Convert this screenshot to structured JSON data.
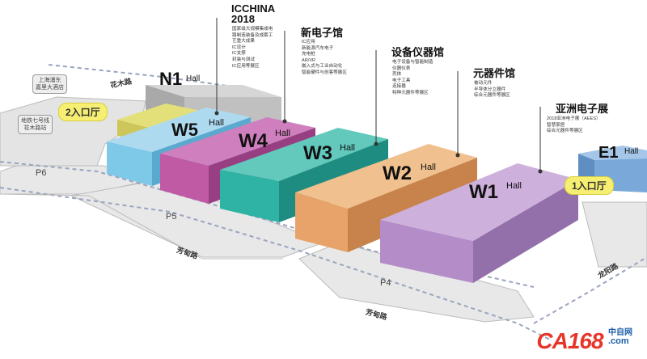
{
  "halls": {
    "n1": {
      "code": "N1",
      "word": "Hall"
    },
    "w5": {
      "code": "W5",
      "word": "Hall"
    },
    "w4": {
      "code": "W4",
      "word": "Hall"
    },
    "w3": {
      "code": "W3",
      "word": "Hall"
    },
    "w2": {
      "code": "W2",
      "word": "Hall"
    },
    "w1": {
      "code": "W1",
      "word": "Hall"
    },
    "e1": {
      "code": "E1",
      "word": "Hall"
    }
  },
  "icchina": {
    "title_line1": "ICCHINA",
    "title_line2": "2018",
    "items": [
      "国家级大规模集成电",
      "路制造装备及成套工",
      "艺重大成果",
      "IC设计",
      "IC支撑",
      "封装与测试",
      "IC应用等展区"
    ]
  },
  "new_electronics": {
    "title": "新电子馆",
    "items": [
      "IC应用",
      "新能源汽车电子",
      "充电桩",
      "AR/VR",
      "嵌入式与工业自动化",
      "智能硬件与创客等展区"
    ]
  },
  "instruments": {
    "title": "设备仪器馆",
    "items": [
      "电子设备与智能制造",
      "仪器仪表",
      "壳体",
      "电子工具",
      "连接器",
      "特种元器件等展区"
    ]
  },
  "components": {
    "title": "元器件馆",
    "items": [
      "被动元件",
      "半导体分立器件",
      "综合元器件等展区"
    ]
  },
  "asia": {
    "title": "亚洲电子展",
    "items": [
      "2018亚洲电子展（AEES）",
      "智慧家居",
      "综合元器件等展区"
    ]
  },
  "entrances": {
    "two": "2入口厅",
    "one": "1入口厅"
  },
  "places": {
    "hotel": "上海浦东\n嘉里大酒店",
    "metro": "地铁七号线\n花木路站"
  },
  "roads": {
    "huamu": "花木路",
    "fangdian_1": "芳甸路",
    "fangdian_2": "芳甸路",
    "longyang": "龙阳路"
  },
  "parking": {
    "p6": "P6",
    "p5": "P5",
    "p4": "P4"
  },
  "logo": {
    "brand": "CA168",
    "suffix": ".com",
    "cn": "中自网"
  },
  "colors": {
    "w5": "#7ec8e8",
    "w4": "#c05aa5",
    "w3": "#2eb3a5",
    "w2": "#e7a369",
    "w1": "#b48cc8",
    "n1": "#bdbdbd",
    "e1": "#7aa8d8",
    "entrance": "#f6ef72",
    "logo_red": "#e8352a",
    "logo_blue": "#1d5fa8"
  }
}
